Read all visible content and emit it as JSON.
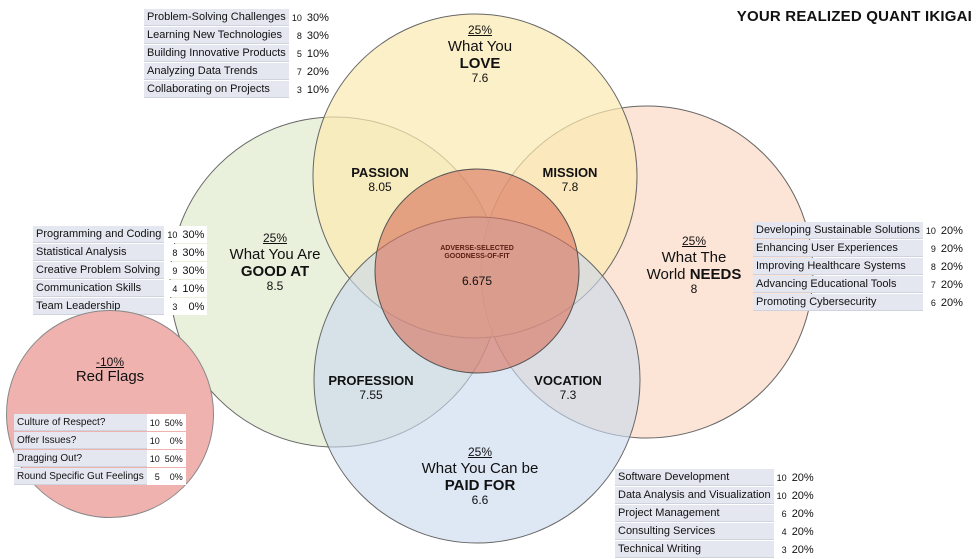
{
  "page_title": "YOUR REALIZED QUANT IKIGAI",
  "circles": {
    "love": {
      "pct": "25%",
      "line1": "What You",
      "line2": "LOVE",
      "score": "7.6",
      "fill": "#fbe9b0"
    },
    "good_at": {
      "pct": "25%",
      "line1": "What You Are",
      "line2": "GOOD AT",
      "score": "8.5",
      "fill": "#e5efd6"
    },
    "needs": {
      "pct": "25%",
      "line1": "What The",
      "line2a": "World ",
      "line2b": "NEEDS",
      "score": "8",
      "fill": "#fbdcca"
    },
    "paid_for": {
      "pct": "25%",
      "line1": "What You Can be",
      "line2": "PAID FOR",
      "score": "6.6",
      "fill": "#c9d8ee"
    }
  },
  "overlaps": {
    "passion": {
      "label": "PASSION",
      "score": "8.05"
    },
    "mission": {
      "label": "MISSION",
      "score": "7.8"
    },
    "profession": {
      "label": "PROFESSION",
      "score": "7.55"
    },
    "vocation": {
      "label": "VOCATION",
      "score": "7.3"
    }
  },
  "center": {
    "line1": "ADVERSE-SELECTED",
    "line2": "GOODNESS-OF-FIT",
    "score": "6.675",
    "fill": "#d9705a"
  },
  "love_factors": [
    {
      "name": "Problem-Solving Challenges",
      "weight": "10",
      "pct": "30%"
    },
    {
      "name": "Learning New Technologies",
      "weight": "8",
      "pct": "30%"
    },
    {
      "name": "Building Innovative Products",
      "weight": "5",
      "pct": "10%"
    },
    {
      "name": "Analyzing Data Trends",
      "weight": "7",
      "pct": "20%"
    },
    {
      "name": "Collaborating on Projects",
      "weight": "3",
      "pct": "10%"
    }
  ],
  "good_at_factors": [
    {
      "name": "Programming and Coding",
      "weight": "10",
      "pct": "30%"
    },
    {
      "name": "Statistical Analysis",
      "weight": "8",
      "pct": "30%"
    },
    {
      "name": "Creative Problem Solving",
      "weight": "9",
      "pct": "30%"
    },
    {
      "name": "Communication Skills",
      "weight": "4",
      "pct": "10%"
    },
    {
      "name": "Team Leadership",
      "weight": "3",
      "pct": "0%"
    }
  ],
  "needs_factors": [
    {
      "name": "Developing Sustainable Solutions",
      "weight": "10",
      "pct": "20%"
    },
    {
      "name": "Enhancing User Experiences",
      "weight": "9",
      "pct": "20%"
    },
    {
      "name": "Improving Healthcare Systems",
      "weight": "8",
      "pct": "20%"
    },
    {
      "name": "Advancing Educational Tools",
      "weight": "7",
      "pct": "20%"
    },
    {
      "name": "Promoting Cybersecurity",
      "weight": "6",
      "pct": "20%"
    }
  ],
  "paid_factors": [
    {
      "name": "Software Development",
      "weight": "10",
      "pct": "20%"
    },
    {
      "name": "Data Analysis and Visualization",
      "weight": "10",
      "pct": "20%"
    },
    {
      "name": "Project Management",
      "weight": "6",
      "pct": "20%"
    },
    {
      "name": "Consulting Services",
      "weight": "4",
      "pct": "20%"
    },
    {
      "name": "Technical Writing",
      "weight": "3",
      "pct": "20%"
    }
  ],
  "red_flags": {
    "pct": "-10%",
    "title": "Red Flags",
    "items": [
      {
        "name": "Culture of Respect?",
        "weight": "10",
        "pct": "50%"
      },
      {
        "name": "Offer Issues?",
        "weight": "10",
        "pct": "0%"
      },
      {
        "name": "Dragging Out?",
        "weight": "10",
        "pct": "50%"
      },
      {
        "name": "Round Specific Gut Feelings",
        "weight": "5",
        "pct": "0%"
      }
    ]
  }
}
